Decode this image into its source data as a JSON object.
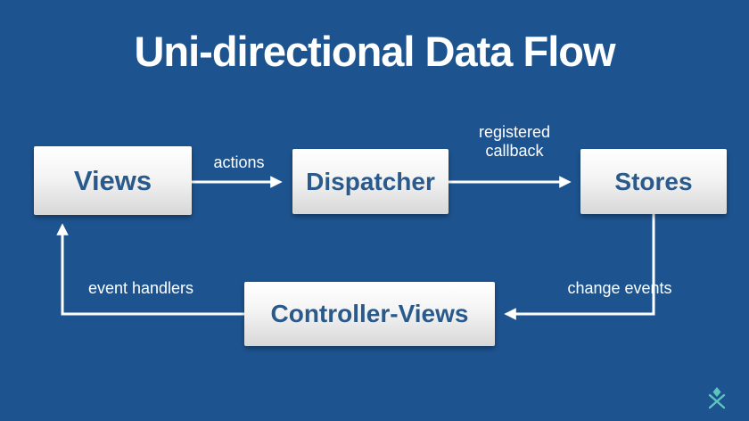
{
  "title": "Uni-directional Data Flow",
  "nodes": {
    "views": "Views",
    "dispatcher": "Dispatcher",
    "stores": "Stores",
    "controller_views": "Controller-Views"
  },
  "edges": {
    "actions": "actions",
    "registered_callback": "registered callback",
    "change_events": "change events",
    "event_handlers": "event handlers"
  },
  "flow": {
    "sequence": "Views -> (actions) -> Dispatcher -> (registered callback) -> Stores -> (change events) -> Controller-Views -> (event handlers) -> Views"
  },
  "colors": {
    "background": "#1d5490",
    "box_text": "#2a5a8c",
    "arrow": "#ffffff",
    "logo": "#5fc4bd"
  }
}
